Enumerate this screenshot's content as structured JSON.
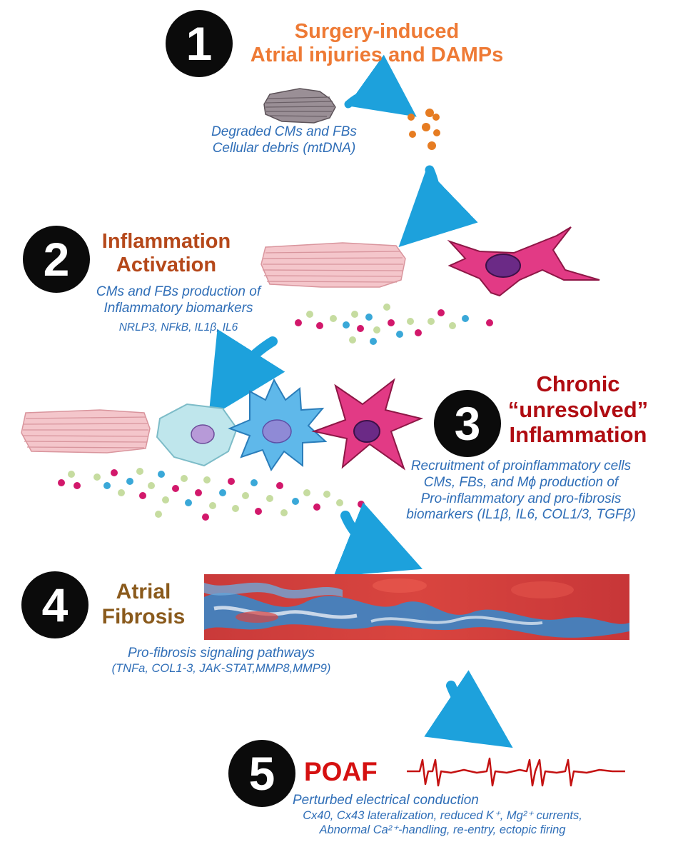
{
  "step1": {
    "number": "1",
    "title_lines": [
      "Surgery-induced",
      "Atrial injuries and DAMPs"
    ],
    "desc_lines": [
      "Degraded CMs and FBs",
      "Cellular debris (mtDNA)"
    ]
  },
  "step2": {
    "number": "2",
    "title_lines": [
      "Inflammation",
      "Activation"
    ],
    "desc_lines": [
      "CMs and FBs production of",
      "Inflammatory biomarkers"
    ],
    "markers": "NRLP3, NFkB, IL1β, IL6"
  },
  "step3": {
    "number": "3",
    "title_lines": [
      "Chronic",
      "“unresolved”",
      "Inflammation"
    ],
    "desc_lines": [
      "Recruitment of proinflammatory cells",
      "CMs, FBs, and Mϕ production of",
      "Pro-inflammatory and pro-fibrosis",
      "biomarkers (IL1β, IL6, COL1/3, TGFβ)"
    ]
  },
  "step4": {
    "number": "4",
    "title_lines": [
      "Atrial",
      "Fibrosis"
    ],
    "desc_lines": [
      "Pro-fibrosis signaling pathways",
      "(TNFa, COL1-3, JAK-STAT,MMP8,MMP9)"
    ]
  },
  "step5": {
    "number": "5",
    "title": "POAF",
    "desc_lines": [
      "Perturbed electrical conduction",
      "Cx40, Cx43 lateralization, reduced K⁺, Mg²⁺ currents,",
      "Abnormal Ca²⁺-handling, re-entry, ectopic firing"
    ]
  },
  "colors": {
    "arrow": "#1da1dc",
    "title1": "#ee7a35",
    "title2": "#b5481a",
    "title3": "#b00c12",
    "title4": "#8a5a1c",
    "title5": "#d51010",
    "desc": "#2f6eb7",
    "particle_magenta": "#d2186b",
    "particle_cyan": "#3aa8d8",
    "particle_green": "#c6dca0",
    "debris": "#e67c22",
    "ecg": "#c41212"
  }
}
